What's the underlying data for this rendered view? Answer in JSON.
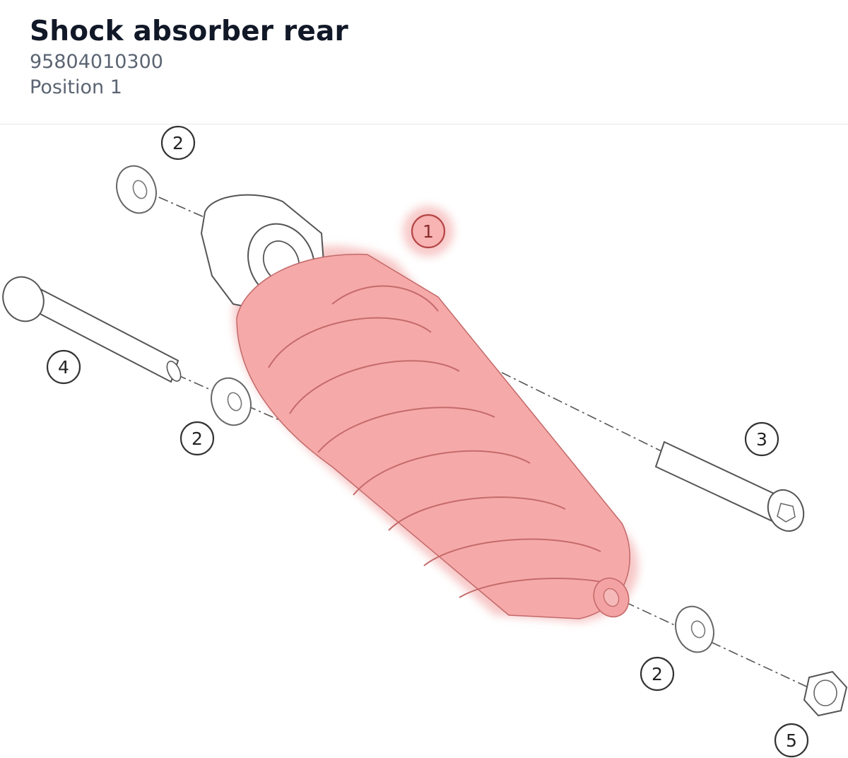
{
  "header": {
    "title": "Shock absorber rear",
    "part_number": "95804010300",
    "position": "Position 1"
  },
  "diagram": {
    "highlight_color": "#f08a8a",
    "callouts": [
      {
        "id": "washer-top",
        "label": "2",
        "selected": false
      },
      {
        "id": "shock",
        "label": "1",
        "selected": true
      },
      {
        "id": "bolt-long",
        "label": "4",
        "selected": false
      },
      {
        "id": "washer-mid",
        "label": "2",
        "selected": false
      },
      {
        "id": "bolt-short",
        "label": "3",
        "selected": false
      },
      {
        "id": "washer-bottom",
        "label": "2",
        "selected": false
      },
      {
        "id": "nut",
        "label": "5",
        "selected": false
      }
    ]
  }
}
